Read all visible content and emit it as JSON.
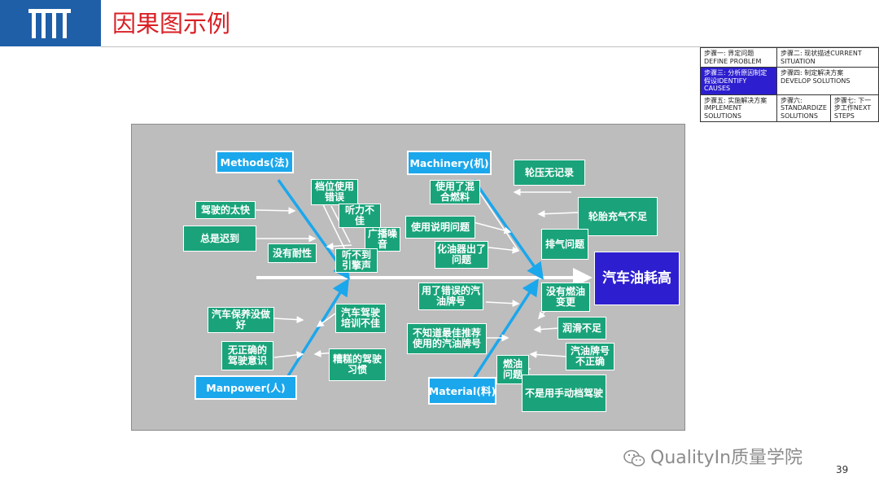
{
  "header": {
    "title": "因果图示例"
  },
  "steps": [
    [
      "步骤一: 界定问题 DEFINE PROBLEM",
      "步骤二: 现状描述CURRENT SITUATION"
    ],
    [
      "步骤三: 分析原因制定假设IDENTIFY CAUSES",
      "步骤四: 制定解决方案 DEVELOP SOLUTIONS"
    ],
    [
      "步骤五: 实施解决方案 IMPLEMENT SOLUTIONS",
      "步骤六: STANDARDIZE SOLUTIONS",
      "步骤七: 下一步工作NEXT STEPS"
    ]
  ],
  "diagram": {
    "effect": "汽车油耗高",
    "categories": {
      "methods": "Methods(法)",
      "machinery": "Machinery(机)",
      "manpower": "Manpower(人)",
      "material": "Material(料)"
    },
    "causes": {
      "m1": "档位使用错误",
      "m2": "驾驶的太快",
      "m3": "听力不佳",
      "m4": "广播噪音",
      "m5": "总是迟到",
      "m6": "没有耐性",
      "m7": "听不到引擎声",
      "k1": "轮压无记录",
      "k2": "使用了混合燃料",
      "k3": "轮胎充气不足",
      "k4": "使用说明问题",
      "k5": "排气问题",
      "k6": "化油器出了问题",
      "p1": "汽车保养没做好",
      "p2": "汽车驾驶培训不佳",
      "p3": "无正确的驾驶意识",
      "p4": "糟糕的驾驶习惯",
      "t1": "用了错误的汽油牌号",
      "t2": "没有燃油变更",
      "t3": "润滑不足",
      "t4": "不知道最佳推荐使用的汽油牌号",
      "t5": "汽油牌号不正确",
      "t6": "燃油问题",
      "t7": "不是用手动档驾驶"
    }
  },
  "watermark": "QualityIn质量学院",
  "page_number": "39",
  "colors": {
    "brand": "#1f5fa8",
    "title": "#d91f25",
    "category": "#1ba7ec",
    "cause": "#1aa37a",
    "effect": "#2d1fcf",
    "background": "#bdbdbd"
  }
}
